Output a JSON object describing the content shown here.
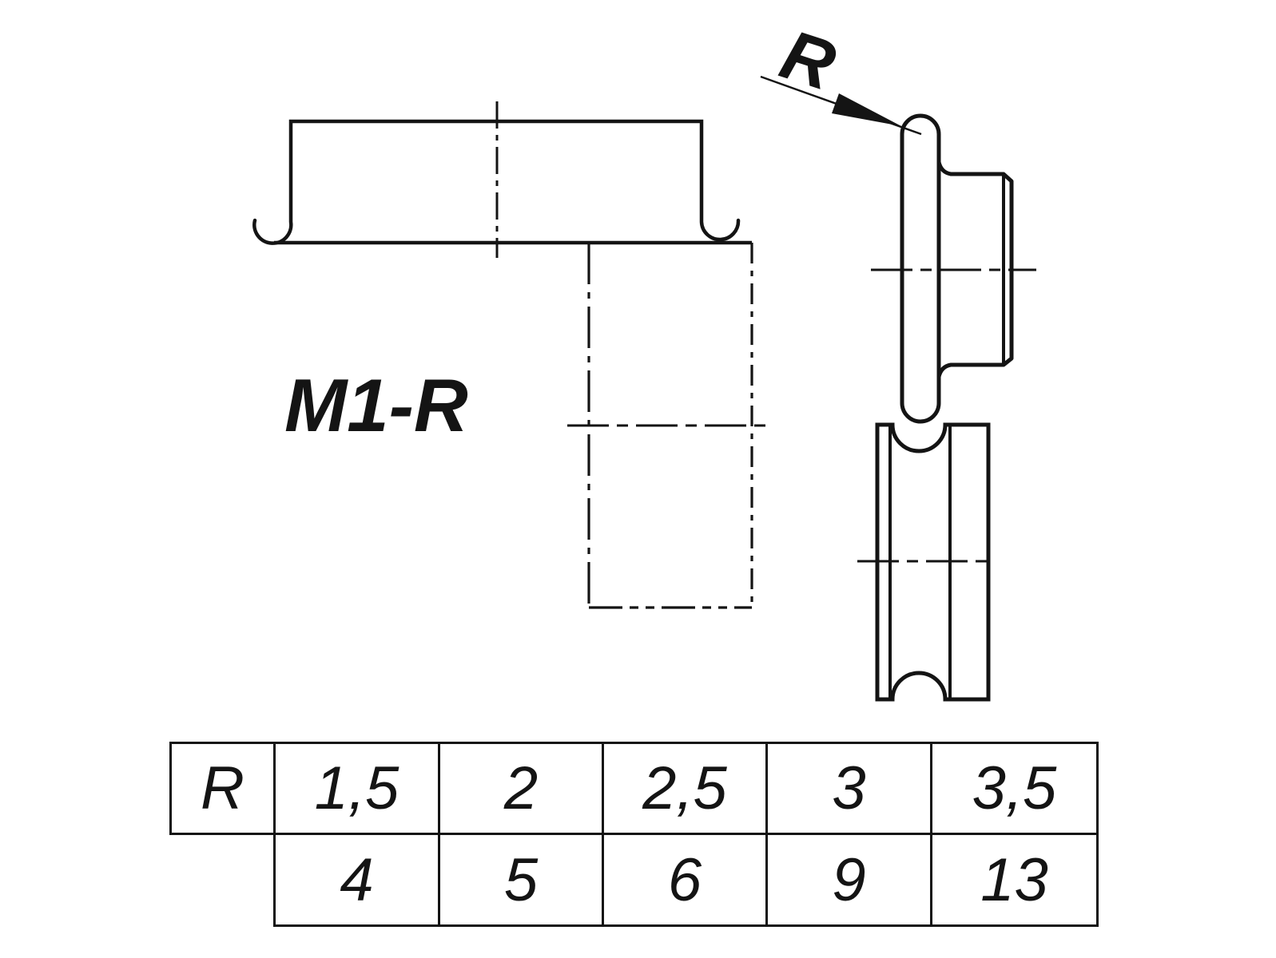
{
  "drawing": {
    "model_label": "M1-R",
    "radius_label": "R"
  },
  "table": {
    "row_header": "R",
    "row1": [
      "1,5",
      "2",
      "2,5",
      "3",
      "3,5"
    ],
    "row2": [
      "4",
      "5",
      "6",
      "9",
      "13"
    ]
  },
  "colors": {
    "line": "#141414",
    "background": "#ffffff"
  }
}
